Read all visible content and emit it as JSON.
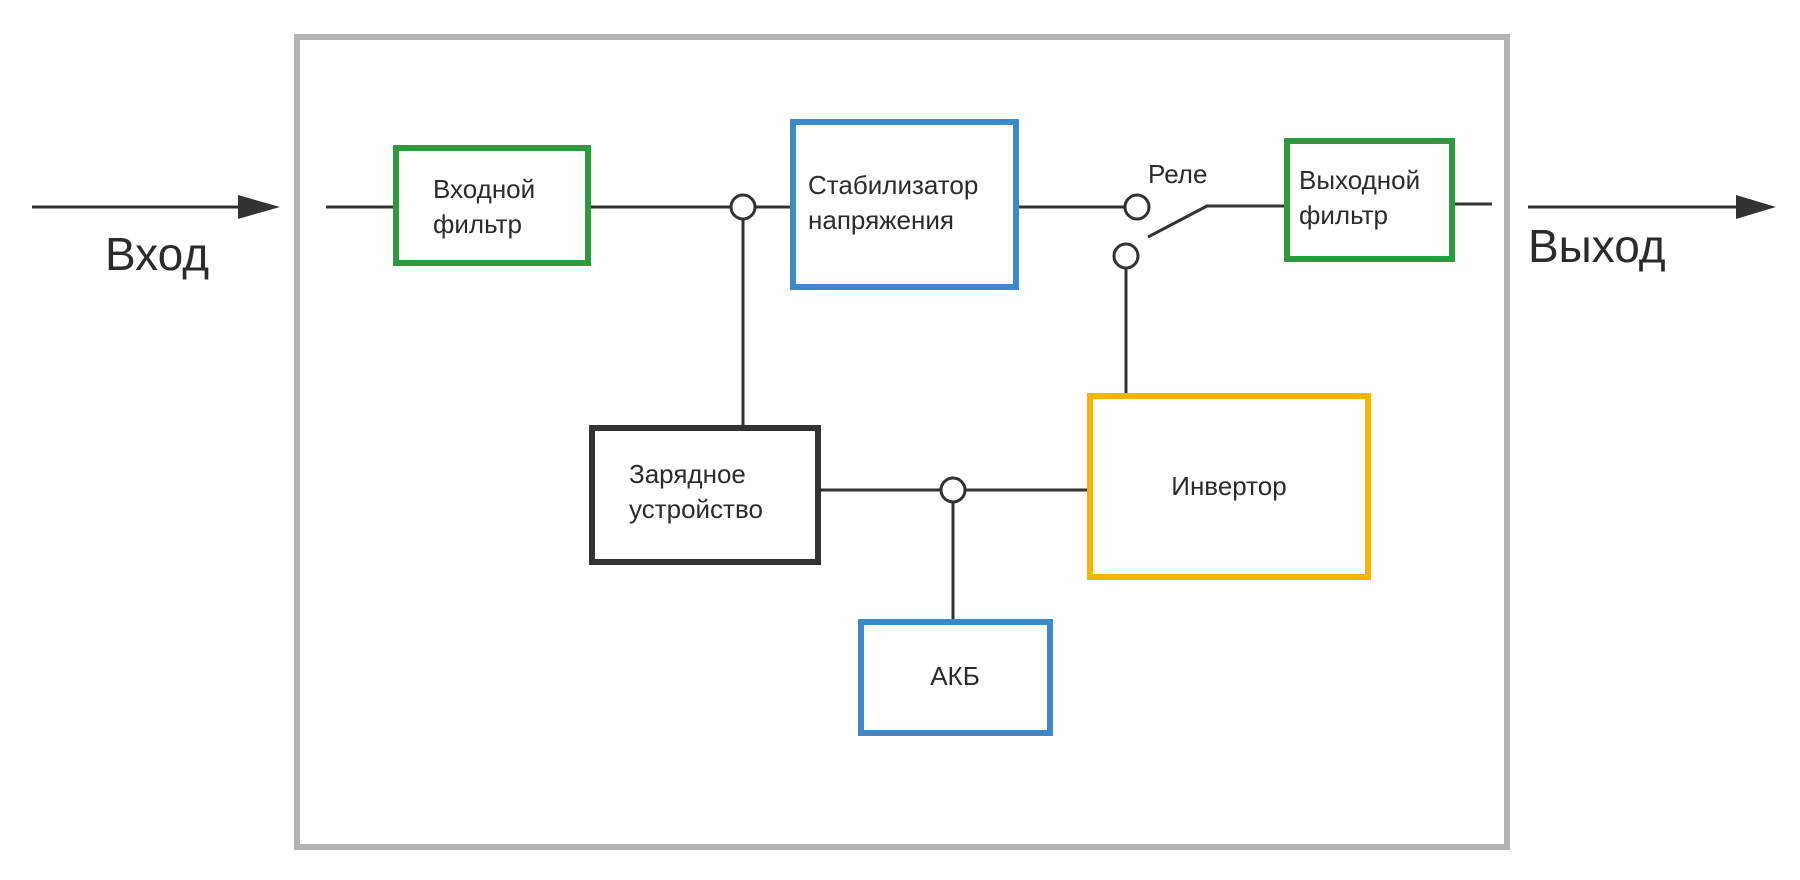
{
  "io": {
    "input_label": "Вход",
    "output_label": "Выход"
  },
  "blocks": {
    "input_filter": {
      "line1": "Входной",
      "line2": "фильтр",
      "color": "#2e9a3e"
    },
    "stabilizer": {
      "line1": "Стабилизатор",
      "line2": "напряжения",
      "color": "#3d88c8"
    },
    "output_filter": {
      "line1": "Выходной",
      "line2": "фильтр",
      "color": "#2e9a3e"
    },
    "charger": {
      "line1": "Зарядное",
      "line2": "устройство",
      "color": "#333333"
    },
    "inverter": {
      "label": "Инвертор",
      "color": "#f5b400"
    },
    "battery": {
      "label": "АКБ",
      "color": "#3d88c8"
    }
  },
  "relay": {
    "label": "Реле"
  },
  "colors": {
    "enclosure": "#b3b3b3",
    "wire": "#333333"
  }
}
